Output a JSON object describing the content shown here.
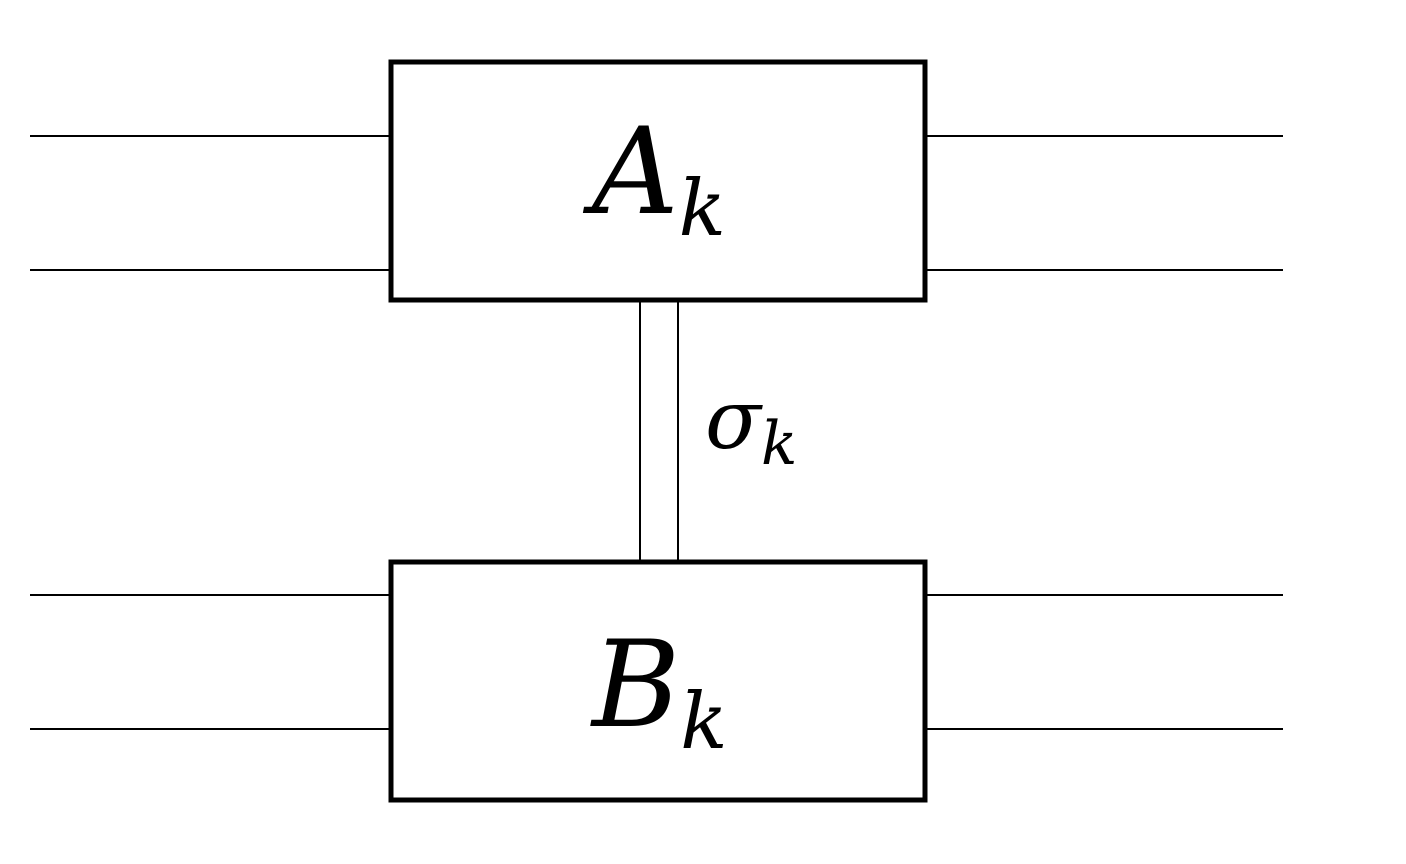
{
  "diagram": {
    "top_box": {
      "symbol": "A",
      "subscript": "k"
    },
    "bottom_box": {
      "symbol": "B",
      "subscript": "k"
    },
    "connector": {
      "symbol": "σ",
      "subscript": "k"
    },
    "colors": {
      "stroke": "#000000",
      "background": "#ffffff"
    }
  }
}
